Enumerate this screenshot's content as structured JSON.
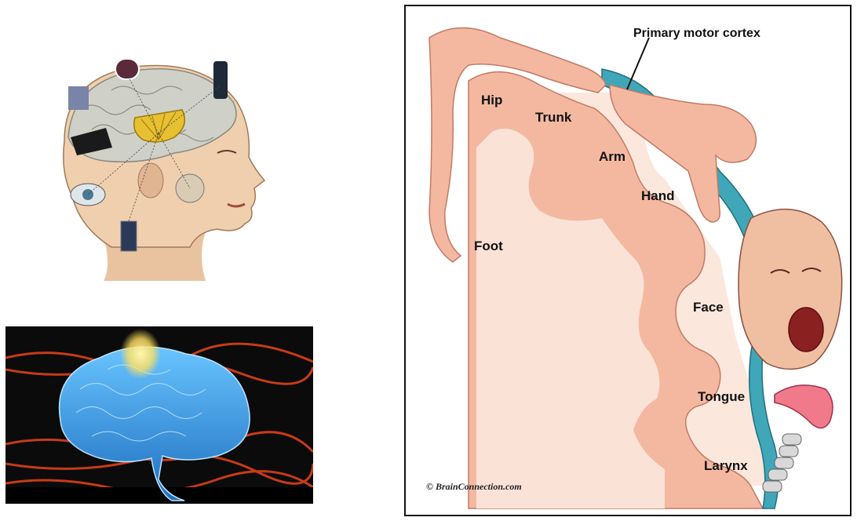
{
  "motor_cortex": {
    "title": "Primary motor cortex",
    "labels": {
      "hip": "Hip",
      "trunk": "Trunk",
      "arm": "Arm",
      "hand": "Hand",
      "foot": "Foot",
      "face": "Face",
      "tongue": "Tongue",
      "larynx": "Larynx"
    },
    "credit": "© BrainConnection.com"
  },
  "colors": {
    "cortex_blue": "#3fa7b8",
    "tissue_pink": "#f4b8a0",
    "white_matter": "#fbe7dc",
    "glow_brain": "#3aa0e6",
    "glow_spot": "#ffe060",
    "flame_orange": "#e8431c"
  }
}
